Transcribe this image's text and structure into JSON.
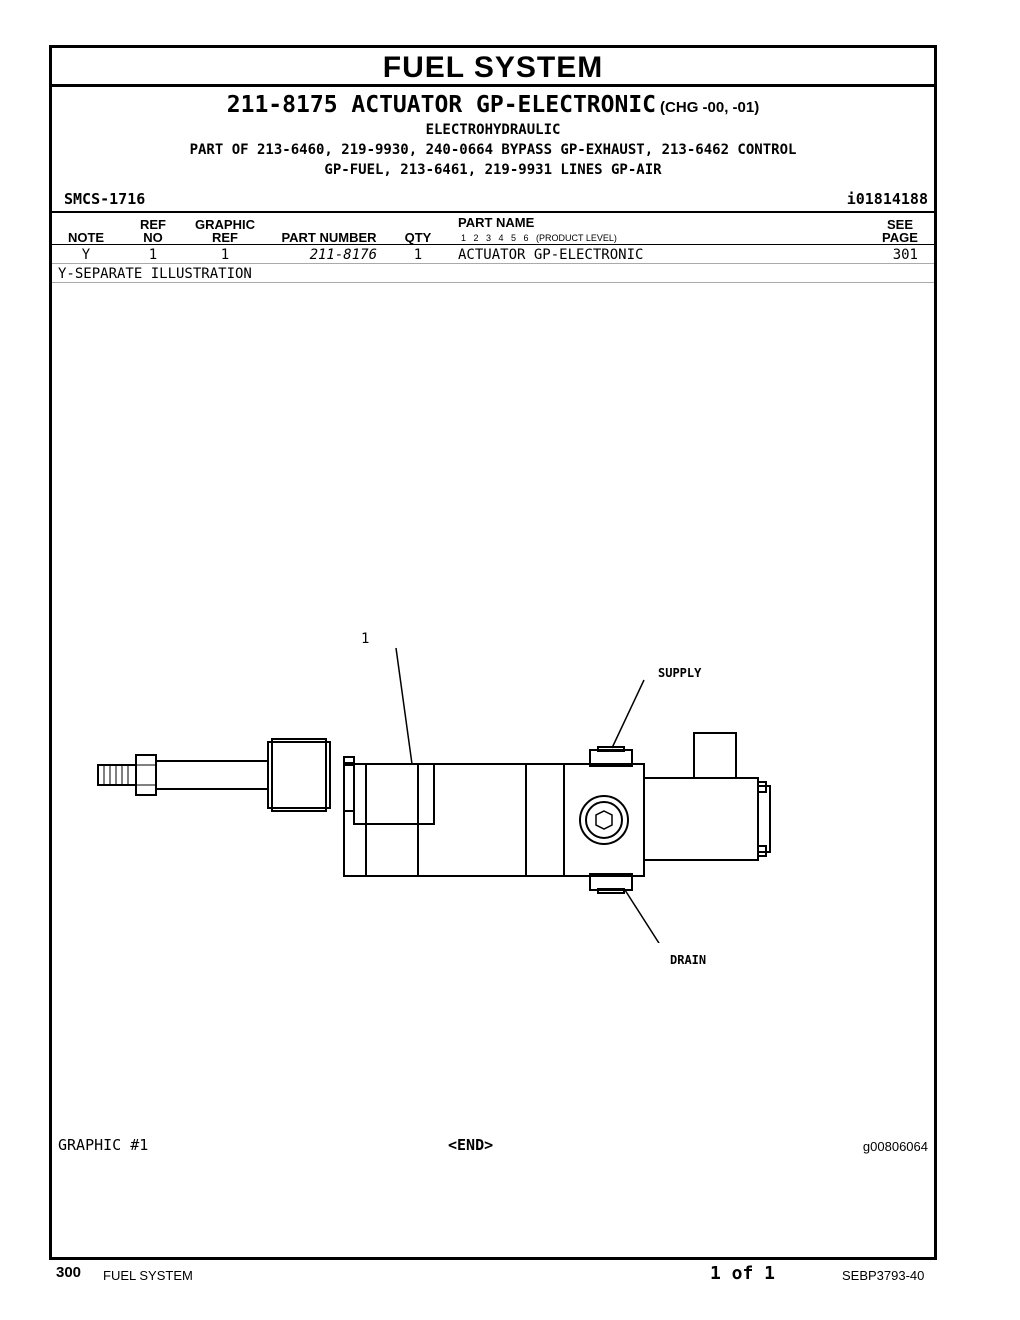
{
  "page_title": "FUEL SYSTEM",
  "group": {
    "number_name": "211-8175 ACTUATOR GP-ELECTRONIC",
    "change_level": "(CHG -00, -01)",
    "subtitle": "ELECTROHYDRAULIC",
    "part_of_line1": "PART OF 213-6460, 219-9930, 240-0664 BYPASS GP-EXHAUST, 213-6462 CONTROL",
    "part_of_line2": "GP-FUEL, 213-6461, 219-9931 LINES GP-AIR",
    "smcs": "SMCS-1716",
    "info_id": "i01814188"
  },
  "table": {
    "headers": {
      "note": "NOTE",
      "ref_no_1": "REF",
      "ref_no_2": "NO",
      "graphic_ref_1": "GRAPHIC",
      "graphic_ref_2": "REF",
      "part_number": "PART NUMBER",
      "qty": "QTY",
      "part_name": "PART NAME",
      "product_level": "1   2   3   4   5   6   (PRODUCT LEVEL)",
      "see_page_1": "SEE",
      "see_page_2": "PAGE"
    },
    "rows": [
      {
        "note": "Y",
        "ref_no": "1",
        "graphic_ref": "1",
        "part_number": "211-8176",
        "qty": "1",
        "part_name": "ACTUATOR GP-ELECTRONIC",
        "see_page": "301"
      }
    ],
    "notes": [
      "Y-SEPARATE ILLUSTRATION"
    ]
  },
  "illustration": {
    "callout_ref": "1",
    "label_supply": "SUPPLY",
    "label_drain": "DRAIN",
    "graphic_label": "GRAPHIC #1",
    "end_marker": "<END>",
    "graphic_id": "g00806064"
  },
  "footer": {
    "page_number": "300",
    "section": "FUEL SYSTEM",
    "page_of": "1 of 1",
    "doc_id": "SEBP3793-40"
  }
}
